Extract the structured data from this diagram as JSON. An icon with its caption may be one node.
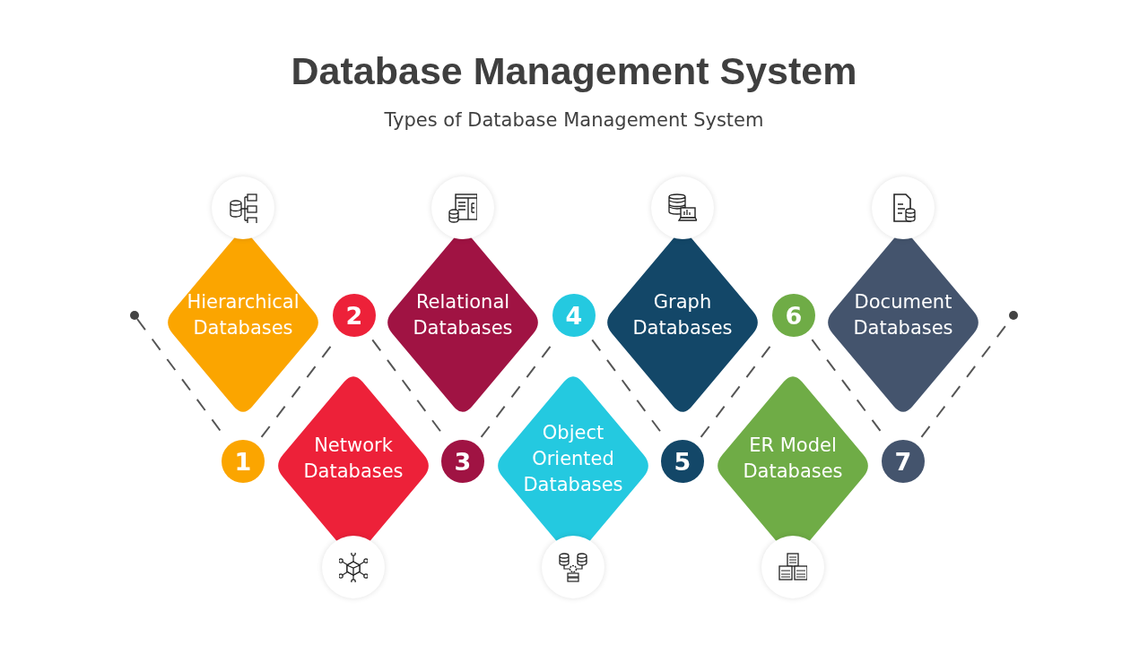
{
  "diagram": {
    "title": "Database Management System",
    "nodes": [
      {
        "text": [
          "Hierarchical Databases"
        ]
      },
      {
        "text": [
          "Network Databases"
        ]
      },
      {
        "text": [
          "Relational Databases"
        ]
      },
      {
        "text": [
          "Object Oriented Databases"
        ]
      },
      {
        "text": [
          "Graph Databases"
        ]
      },
      {
        "text": [
          "ER Model Databases"
        ]
      },
      {
        "text": [
          "Document Databases"
        ]
      },
      {
        "text": [
          "1"
        ]
      },
      {
        "text": [
          "2"
        ]
      },
      {
        "text": [
          "3"
        ]
      },
      {
        "text": [
          "4"
        ]
      },
      {
        "text": [
          "5"
        ]
      },
      {
        "text": [
          "6"
        ]
      },
      {
        "text": [
          "7"
        ]
      },
      {
        "text": [],
        "shape": "circle"
      },
      {
        "text": [],
        "shape": "circle"
      }
    ],
    "edges": [
      {
        "from": 14,
        "to": 7,
        "arrow": "none",
        "style": "dashed"
      },
      {
        "from": 7,
        "to": 8,
        "arrow": "none",
        "style": "dashed"
      },
      {
        "from": 8,
        "to": 9,
        "arrow": "none",
        "style": "dashed"
      },
      {
        "from": 9,
        "to": 10,
        "arrow": "none",
        "style": "dashed"
      },
      {
        "from": 10,
        "to": 11,
        "arrow": "none",
        "style": "dashed"
      },
      {
        "from": 11,
        "to": 12,
        "arrow": "none",
        "style": "dashed"
      },
      {
        "from": 12,
        "to": 13,
        "arrow": "none",
        "style": "dashed"
      },
      {
        "from": 13,
        "to": 15,
        "arrow": "none",
        "style": "dashed"
      }
    ],
    "labels": [
      "Types of Database Management System"
    ]
  }
}
